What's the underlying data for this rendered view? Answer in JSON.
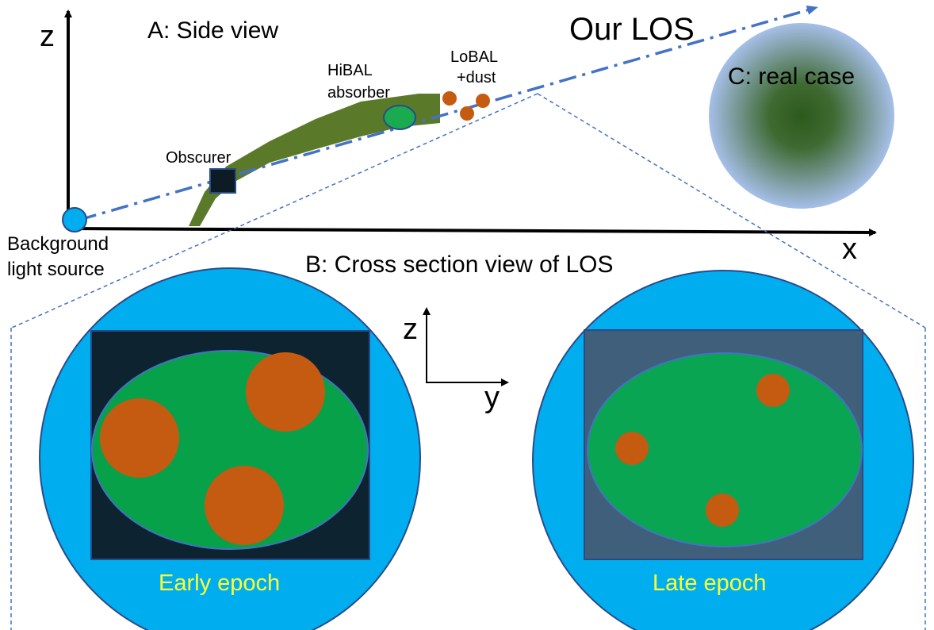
{
  "panel_a": {
    "title": "A: Side view",
    "axis_z": "z",
    "axis_x": "x",
    "los_label": "Our LOS",
    "background_source": [
      "Background",
      "light source"
    ],
    "obscurer_label": "Obscurer",
    "hibal_label": [
      "HiBAL",
      "absorber"
    ],
    "lobal_label": [
      "LoBAL",
      "+dust"
    ]
  },
  "panel_b": {
    "title": "B:  Cross section view of LOS",
    "axis_z": "z",
    "axis_y": "y",
    "early_label": "Early epoch",
    "late_label": "Late epoch"
  },
  "panel_c": {
    "title": "C: real case"
  },
  "colors": {
    "los_line": "#4472c4",
    "wind": "#5a7a2a",
    "light_source": "#00aeef",
    "hibal": "#1aaa50",
    "lobal": "#c55a11",
    "early_box": "#0d2430",
    "late_box": "#3f5f7a",
    "epoch_text": "#ffff33"
  }
}
